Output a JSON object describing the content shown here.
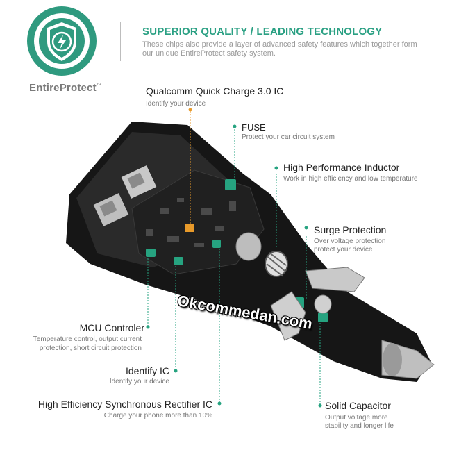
{
  "brand": {
    "logo_name": "EntireProtect",
    "trademark": "™"
  },
  "header": {
    "headline": "SUPERIOR QUALITY / LEADING TECHNOLOGY",
    "subline": "These chips also provide a layer of advanced safety features,which together form our unique EntireProtect safety system."
  },
  "callouts": {
    "qualcomm": {
      "title": "Qualcomm Quick Charge 3.0 IC",
      "sub": "Identify your device"
    },
    "fuse": {
      "title": "FUSE",
      "sub": "Protect your car circuit system"
    },
    "inductor": {
      "title": "High Performance Inductor",
      "sub": "Work in high efficiency and low temperature"
    },
    "surge": {
      "title": "Surge Protection",
      "sub1": "Over voltage protection",
      "sub2": "protect your device"
    },
    "mcu": {
      "title": "MCU Controler",
      "sub1": "Temperature control, output current",
      "sub2": "protection, short circuit protection"
    },
    "identify": {
      "title": "Identify  IC",
      "sub": "Identify your device"
    },
    "rectifier": {
      "title": "High Efficiency Synchronous Rectifier IC",
      "sub": "Charge your phone more than 10%"
    },
    "capacitor": {
      "title": "Solid Capacitor",
      "sub1": "Output voltage more",
      "sub2": "stability and longer life"
    }
  },
  "watermark": "Okcommedan.com",
  "colors": {
    "accent": "#2aa083",
    "highlight": "#f0a030",
    "body": "#1a1a1a"
  }
}
